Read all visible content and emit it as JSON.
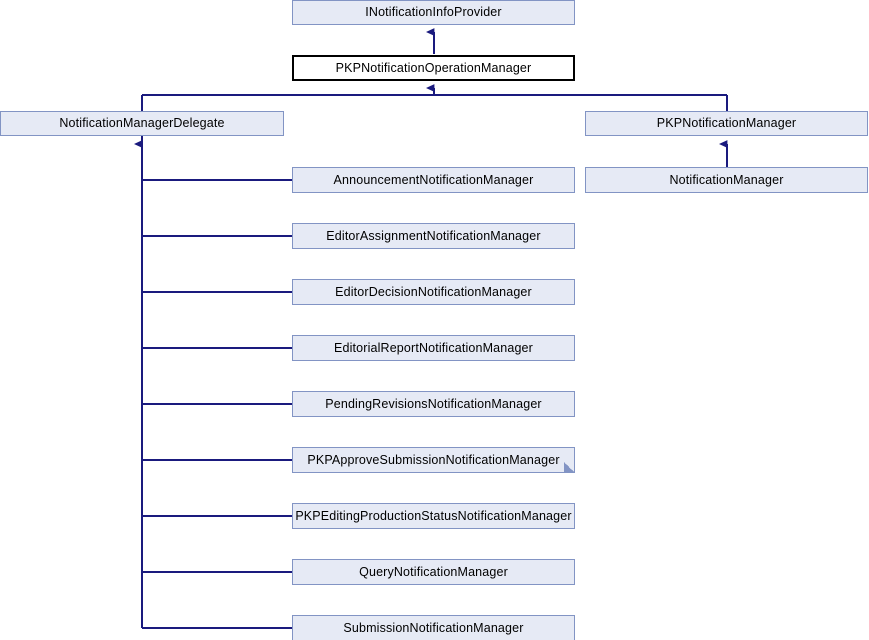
{
  "diagram": {
    "type": "uml-inheritance",
    "title": "PKPNotificationOperationManager inheritance diagram",
    "colors": {
      "node_fill": "#e6eaf5",
      "node_border": "#8294c4",
      "focus_fill": "#ffffff",
      "focus_border": "#000000",
      "edge": "#1a1a7e",
      "background": "#ffffff"
    }
  },
  "nodes": {
    "interface": {
      "label": "INotificationInfoProvider"
    },
    "focus": {
      "label": "PKPNotificationOperationManager"
    },
    "delegate": {
      "label": "NotificationManagerDelegate"
    },
    "pkp_manager": {
      "label": "PKPNotificationManager"
    },
    "manager": {
      "label": "NotificationManager"
    },
    "children": [
      {
        "label": "AnnouncementNotificationManager"
      },
      {
        "label": "EditorAssignmentNotificationManager"
      },
      {
        "label": "EditorDecisionNotificationManager"
      },
      {
        "label": "EditorialReportNotificationManager"
      },
      {
        "label": "PendingRevisionsNotificationManager"
      },
      {
        "label": "PKPApproveSubmissionNotificationManager"
      },
      {
        "label": "PKPEditingProductionStatusNotificationManager"
      },
      {
        "label": "QueryNotificationManager"
      },
      {
        "label": "SubmissionNotificationManager"
      }
    ]
  }
}
